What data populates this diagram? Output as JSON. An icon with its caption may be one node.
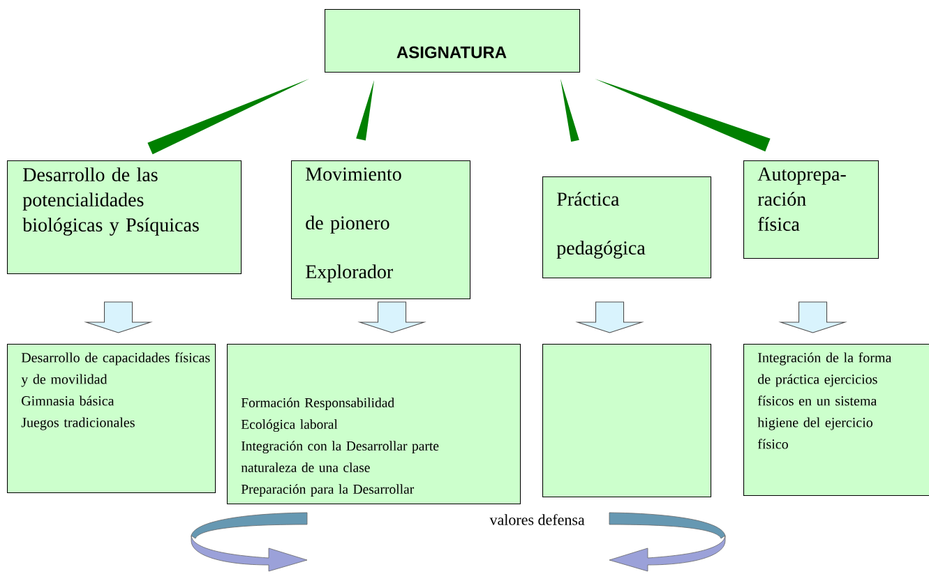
{
  "diagram": {
    "nodes": [
      {
        "text": [
          "ASIGNATURA"
        ]
      },
      {
        "text": [
          "Desarrollo de las potencialidades biológicas y Psíquicas"
        ]
      },
      {
        "text": [
          "Movimiento de pionero Explorador"
        ]
      },
      {
        "text": [
          "Práctica pedagógica"
        ]
      },
      {
        "text": [
          "Autoprepa- ración física"
        ]
      },
      {
        "text": [
          "Desarrollo de capacidades físicas y de movilidad",
          "Gimnasia básica",
          "Juegos tradicionales"
        ]
      },
      {
        "text": [
          "Formación Responsabilidad",
          "Ecológica laboral",
          "Integración con la Desarrollar parte",
          "naturaleza de una clase",
          "Preparación para la Desarrollar"
        ]
      },
      {
        "text": [],
        "shape": "box"
      },
      {
        "text": [
          "Integración de la forma de práctica ejercicios físicos en un sistema higiene del ejercicio físico"
        ]
      }
    ],
    "edges": [
      {
        "from": 0,
        "to": 1,
        "arrow": "none"
      },
      {
        "from": 0,
        "to": 2,
        "arrow": "none"
      },
      {
        "from": 0,
        "to": 3,
        "arrow": "none"
      },
      {
        "from": 0,
        "to": 4,
        "arrow": "none"
      },
      {
        "from": 1,
        "to": 5,
        "arrow": "to"
      },
      {
        "from": 2,
        "to": 6,
        "arrow": "to"
      },
      {
        "from": 3,
        "to": 7,
        "arrow": "to"
      },
      {
        "from": 4,
        "to": 8,
        "arrow": "to"
      }
    ],
    "labels": [
      "valores defensa"
    ]
  }
}
